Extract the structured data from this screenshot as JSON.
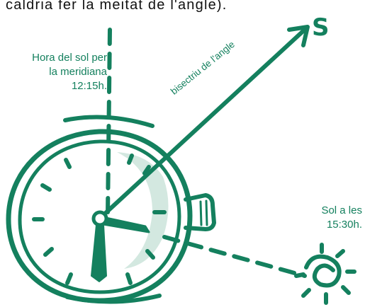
{
  "intro_text_fragment": "caldria fer la meitat de l'angle).",
  "labels": {
    "meridian_line1": "Hora del sol per",
    "meridian_line2": "la meridiana",
    "meridian_line3": "12:15h.",
    "bisector": "bisectriu de l'angle",
    "south": "S",
    "sun_line1": "Sol a les",
    "sun_line2": "15:30h."
  },
  "colors": {
    "ink": "#14805e",
    "shade": "#d3e8e0",
    "text": "#111111"
  },
  "icons": {
    "watch": "wristwatch-icon",
    "sun": "sun-icon"
  }
}
